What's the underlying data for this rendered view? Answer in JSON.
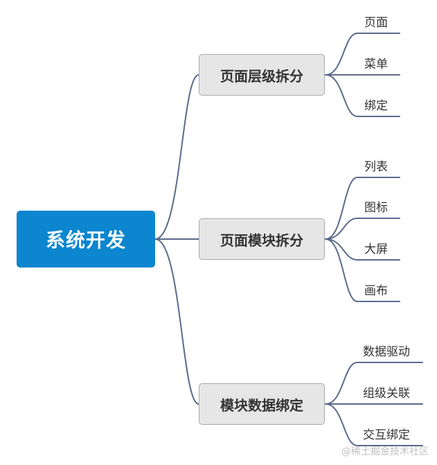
{
  "root": {
    "label": "系统开发"
  },
  "branches": [
    {
      "label": "页面层级拆分",
      "children": [
        "页面",
        "菜单",
        "绑定"
      ]
    },
    {
      "label": "页面模块拆分",
      "children": [
        "列表",
        "图标",
        "大屏",
        "画布"
      ]
    },
    {
      "label": "模块数据绑定",
      "children": [
        "数据驱动",
        "组级关联",
        "交互绑定"
      ]
    }
  ],
  "watermark": "@稀土掘金技术社区",
  "colors": {
    "root_fill": "#0b86cf",
    "branch_fill": "#e6e6e6",
    "connector": "#5a6a8a"
  }
}
